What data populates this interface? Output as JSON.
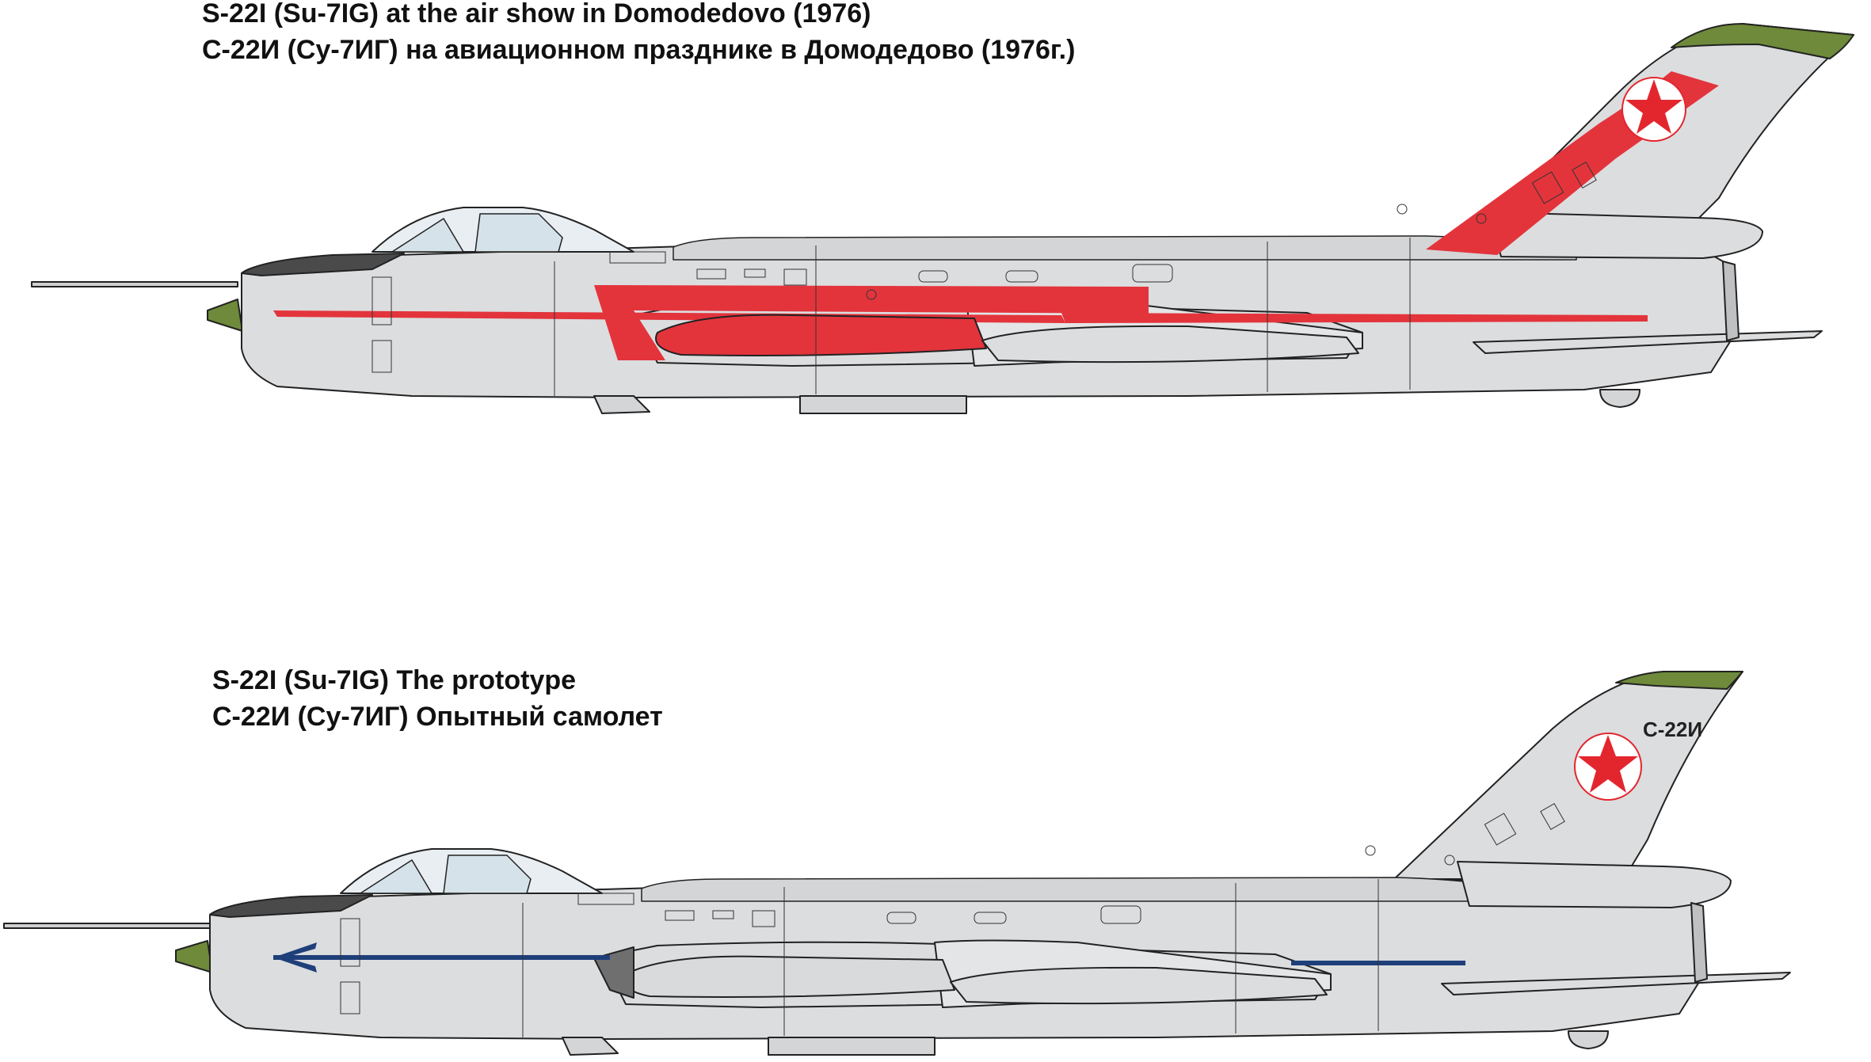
{
  "profiles": [
    {
      "id": "airshow",
      "title_en": "S-22I (Su-7IG) at the air show in Domodedovo (1976)",
      "title_ru": "С-22И (Су-7ИГ) на авиационном празднике в Домодедово (1976г.)",
      "tail_code": "",
      "scheme": "red lightning stripes",
      "colors": {
        "fuselage": "#dcdddf",
        "stripe": "#e3343c",
        "dielectric": "#6e8a3a",
        "anti_glare": "#4a4a4a",
        "star": "#e3262e",
        "outline": "#222222"
      }
    },
    {
      "id": "prototype",
      "title_en": "S-22I (Su-7IG) The prototype",
      "title_ru": "С-22И (Су-7ИГ) Опытный самолет",
      "tail_code": "С-22И",
      "scheme": "blue cheatline",
      "colors": {
        "fuselage": "#dcdddf",
        "stripe": "#1f3f7a",
        "dielectric": "#6e8a3a",
        "anti_glare": "#4a4a4a",
        "star": "#e3262e",
        "outline": "#222222"
      }
    }
  ]
}
